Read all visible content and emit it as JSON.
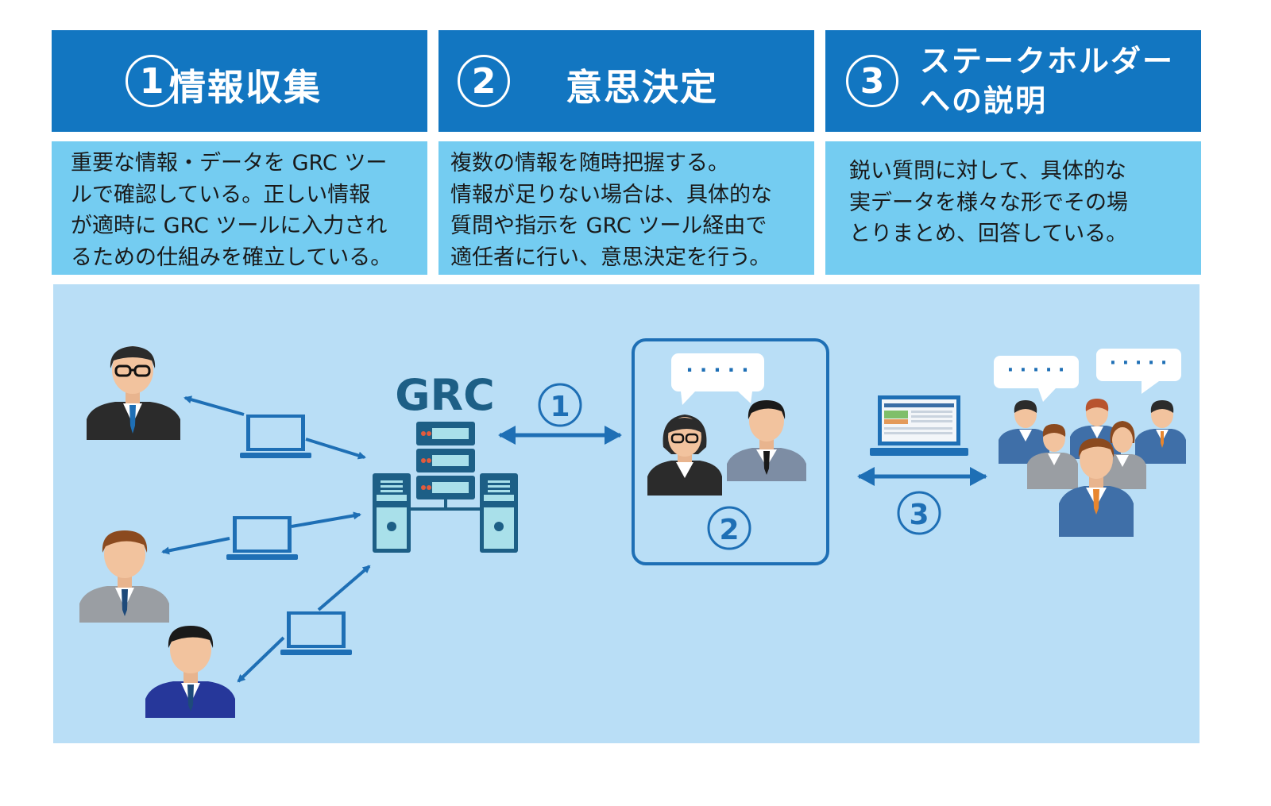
{
  "steps": [
    {
      "number": "1",
      "title": "情報収集",
      "lines": [
        "重要な情報・データを GRC ツー",
        "ルで確認している。正しい情報",
        "が適時に GRC ツールに入力され",
        "るための仕組みを確立している。"
      ]
    },
    {
      "number": "2",
      "title": "意思決定",
      "lines": [
        "複数の情報を随時把握する。",
        "情報が足りない場合は、具体的な",
        "質問や指示を GRC ツール経由で",
        "適任者に行い、意思決定を行う。"
      ]
    },
    {
      "number": "3",
      "title_lines": [
        "ステークホルダー",
        "への説明"
      ],
      "lines": [
        "鋭い質問に対して、具体的な",
        "実データを様々な形でその場",
        "とりまとめ、回答している。"
      ]
    }
  ],
  "diagram": {
    "grc_label": "GRC",
    "step_markers": [
      "1",
      "2",
      "3"
    ],
    "bubble_text": "· · · · ·"
  },
  "colors": {
    "header_blue": "#1276c1",
    "desc_blue": "#74ccf1",
    "diagram_bg": "#b9def6",
    "accent": "#1e6fb5",
    "server_dark": "#1d5f86"
  }
}
